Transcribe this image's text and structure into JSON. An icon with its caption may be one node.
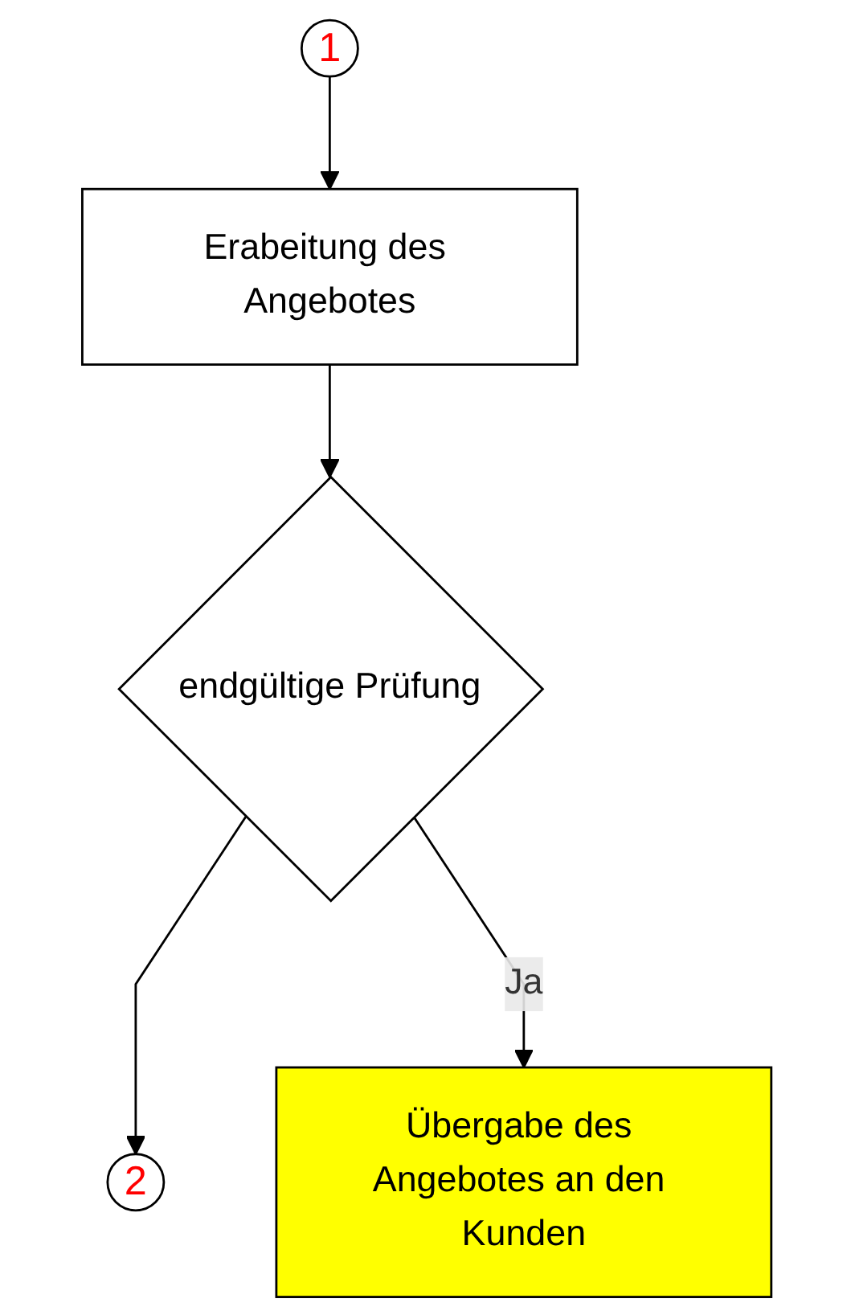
{
  "diagram": {
    "nodes": [
      {
        "text": [
          "2"
        ]
      },
      {
        "text": [
          "1"
        ]
      },
      {
        "text": [
          "Erabeitung des Angebotes"
        ]
      },
      {
        "text": [
          "endgültige Prüfung"
        ]
      },
      {
        "text": [
          "Übergabe des Angebotes an den Kunden"
        ]
      }
    ],
    "edges": [
      {
        "from": 1,
        "to": 2,
        "arrow": "to"
      },
      {
        "from": 2,
        "to": 3,
        "arrow": "to"
      },
      {
        "from": 3,
        "to": 0,
        "arrow": "to"
      },
      {
        "from": 3,
        "to": 4,
        "label": "Ja",
        "arrow": "to"
      }
    ]
  }
}
